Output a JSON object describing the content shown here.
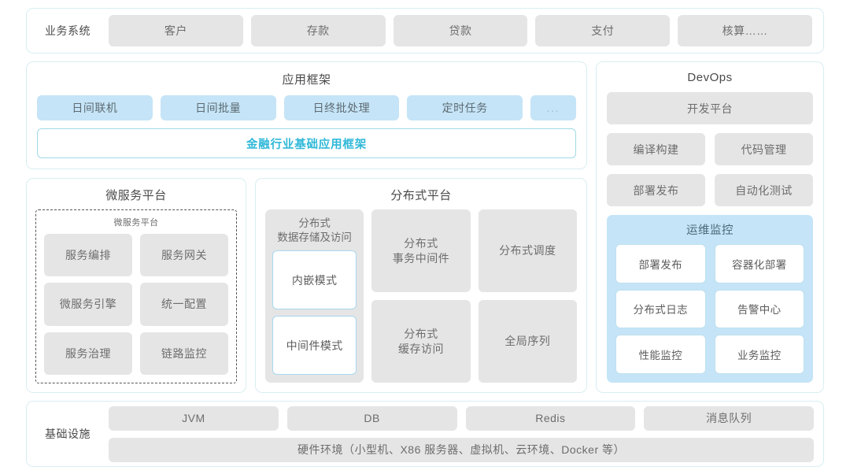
{
  "business_systems": {
    "label": "业务系统",
    "items": [
      "客户",
      "存款",
      "贷款",
      "支付",
      "核算……"
    ]
  },
  "app_framework": {
    "title": "应用框架",
    "items": [
      "日间联机",
      "日间批量",
      "日终批处理",
      "定时任务"
    ],
    "more": "...",
    "footer_bar": "金融行业基础应用框架"
  },
  "microservice_platform": {
    "title": "微服务平台",
    "inner_title": "微服务平台",
    "items": [
      "服务编排",
      "服务网关",
      "微服务引擎",
      "统一配置",
      "服务治理",
      "链路监控"
    ]
  },
  "distributed_platform": {
    "title": "分布式平台",
    "storage": {
      "title": "分布式\n数据存储及访问",
      "modes": [
        "内嵌模式",
        "中间件模式"
      ]
    },
    "column_b": [
      "分布式\n事务中间件",
      "分布式\n缓存访问"
    ],
    "column_c": [
      "分布式调度",
      "全局序列"
    ]
  },
  "devops": {
    "title": "DevOps",
    "platform": "开发平台",
    "items": [
      "编译构建",
      "代码管理",
      "部署发布",
      "自动化测试"
    ],
    "ops_monitoring": {
      "title": "运维监控",
      "items": [
        "部署发布",
        "容器化部署",
        "分布式日志",
        "告警中心",
        "性能监控",
        "业务监控"
      ]
    }
  },
  "infrastructure": {
    "label": "基础设施",
    "items": [
      "JVM",
      "DB",
      "Redis",
      "消息队列"
    ],
    "hardware": "硬件环境（小型机、X86 服务器、虚拟机、云环境、Docker 等）"
  },
  "colors": {
    "panel_border": "#d8eef2",
    "gray_box": "#e5e5e5",
    "blue_box": "#c5e4f7",
    "accent_text": "#2fb8d8"
  }
}
